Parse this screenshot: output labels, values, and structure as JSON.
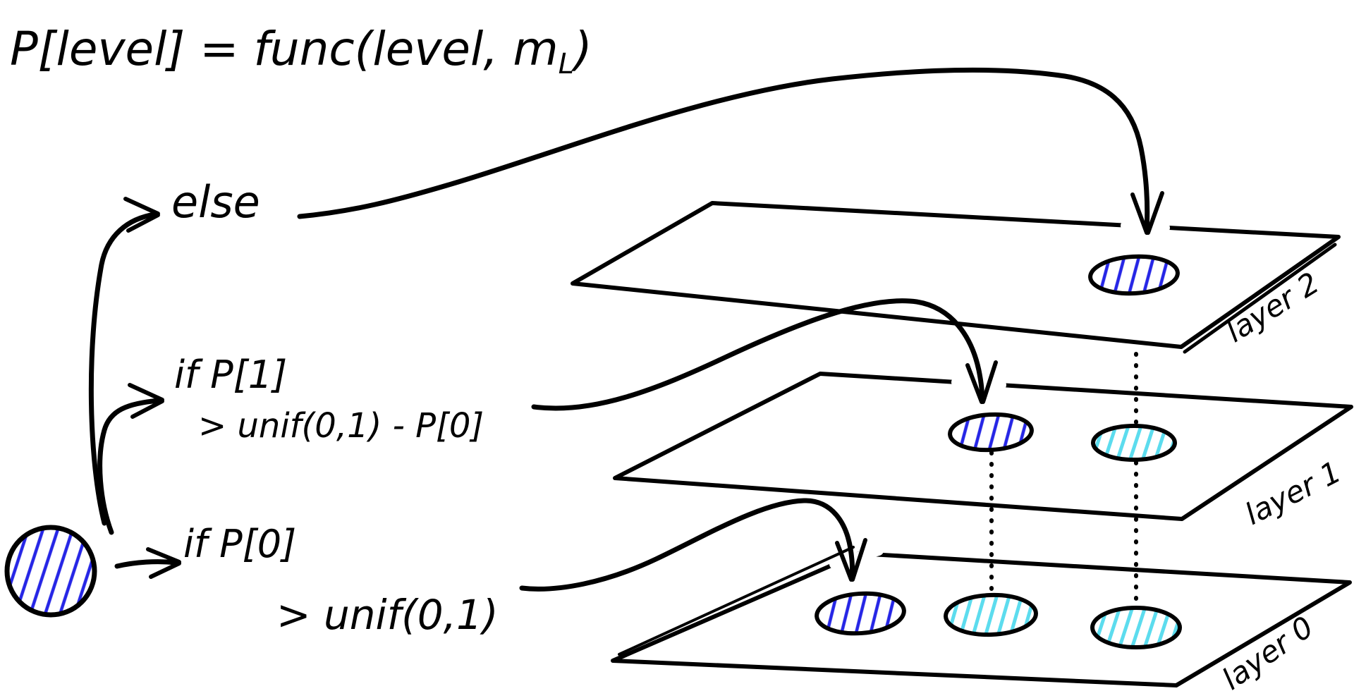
{
  "title": {
    "formula_prefix": "P[level] = func(level, m",
    "formula_sub": "L",
    "formula_suffix": ")"
  },
  "branches": {
    "else_label": "else",
    "if_p1_line1": "if P[1]",
    "if_p1_line2": "> unif(0,1) - P[0]",
    "if_p0_line1": "if P[0]",
    "if_p0_line2": "> unif(0,1)"
  },
  "layers": [
    {
      "label": "layer 2",
      "nodes": [
        "blue"
      ]
    },
    {
      "label": "layer 1",
      "nodes": [
        "blue",
        "cyan"
      ]
    },
    {
      "label": "layer 0",
      "nodes": [
        "blue",
        "cyan",
        "cyan"
      ]
    }
  ],
  "entry_node": {
    "fill": "blue-hatched"
  },
  "colors": {
    "ink": "#000000",
    "blue_hatch": "#2626e6",
    "cyan_hatch": "#5cdcee",
    "background": "#ffffff"
  }
}
